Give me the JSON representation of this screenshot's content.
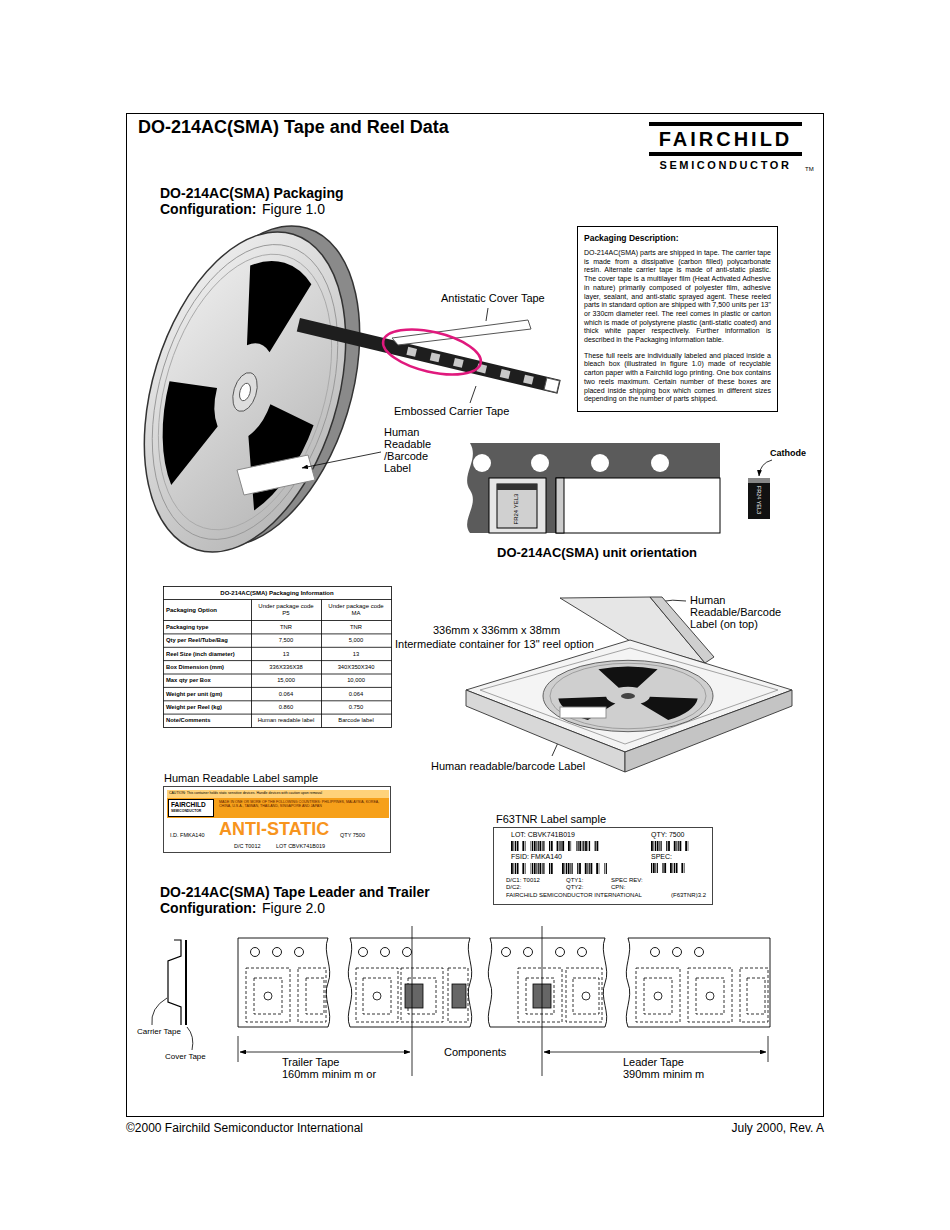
{
  "diagram": {
    "title": "DO-214AC(SMA) Tape and Reel Data",
    "nodes": [
      {
        "text": [
          "Packaging Description:",
          "DO-214AC(SMA) parts are shipped in tape. The carrier tape is made from a dissipative (carbon filled) polycarbonate resin. Alternate carrier tape is made of anti-static plastic. The cover tape is a multilayer film (Heat Activated Adhesive in nature) primarily composed of polyester film, adhesive layer, sealant, and anti-static sprayed agent. These reeled parts in standard option are shipped with 7,500 units per 13\" or 330cm diameter reel. The reel comes in plastic or carton which is made of polystyrene plastic (anti-static coated) and thick white paper respectively. Further information is described in the Packaging information table.",
          "These full reels are individually labeled and placed inside a bleach box (illustrated in figure 1.0) made of recyclable carton paper with a Fairchild logo printing. One box contains two reels maximum. Certain number of these boxes are placed inside shipping box which comes in different sizes depending on the number of parts shipped."
        ]
      },
      {
        "text": [
          "Human Readable Label sample",
          "CAUTION: This container holds static sensitive devices. Handle devices with caution upon removal",
          "FAIRCHILD",
          "SEMICONDUCTOR",
          "MADE IN ONE OR MORE OF THE FOLLOWING COUNTRIES: PHILIPPINES, MALAYSIA, KOREA, CHINA, U.S.A., TAIWAN, THAILAND, SINGAPORE AND JAPAN",
          "I.D. FMKA140",
          "ANTI-STATIC",
          "QTY 7500",
          "D/C T0012",
          "LOT CBVK741B019"
        ]
      },
      {
        "text": [
          "F63TNR Label sample",
          "LOT: CBVK741B019",
          "QTY: 7500",
          "FSID: FMKA140",
          "SPEC:",
          "D/C1: T0012",
          "QTY1:",
          "SPEC REV:",
          "D/C2:",
          "QTY2:",
          "CPN:",
          "FAIRCHILD SEMICONDUCTOR INTERNATIONAL",
          "(F63TNR)3.2"
        ]
      }
    ],
    "labels": [
      "FAIRCHILD",
      "SEMICONDUCTOR",
      "TM",
      "DO-214AC(SMA) Packaging",
      "Configuration:",
      "Figure 1.0",
      "Antistatic Cover Tape",
      "Embossed Carrier Tape",
      "Human Readable /Barcode Label",
      "FR24 YEL3",
      "FR24 YEL3",
      "Cathode",
      "DO-214AC(SMA) unit orientation",
      "DO-214AC(SMA) Packaging Information",
      "Packaging Option",
      "Under package code P5",
      "Under package code MA",
      "Packaging type",
      "TNR",
      "TNR",
      "Qty per Reel/Tube/Bag",
      "7,500",
      "5,000",
      "Reel Size (inch diameter)",
      "13",
      "13",
      "Box Dimension (mm)",
      "336X336X38",
      "340X350X340",
      "Max qty per Box",
      "15,000",
      "10,000",
      "Weight per unit (gm)",
      "0.064",
      "0.064",
      "Weight per Reel (kg)",
      "0.860",
      "0.750",
      "Note/Comments",
      "Human readable label",
      "Barcode label",
      "336mm x 336mm x 38mm",
      "Intermediate container for 13\" reel option",
      "Human Readable/Barcode Label (on top)",
      "Human readable/barcode Label",
      "DO-214AC(SMA) Tape Leader and Trailer",
      "Configuration:",
      "Figure 2.0",
      "Carrier Tape",
      "Cover Tape",
      "Trailer Tape 160mm minim m or",
      "Components",
      "Leader Tape 390mm minim m",
      "©2000 Fairchild Semiconductor International",
      "July 2000, Rev. A"
    ]
  }
}
